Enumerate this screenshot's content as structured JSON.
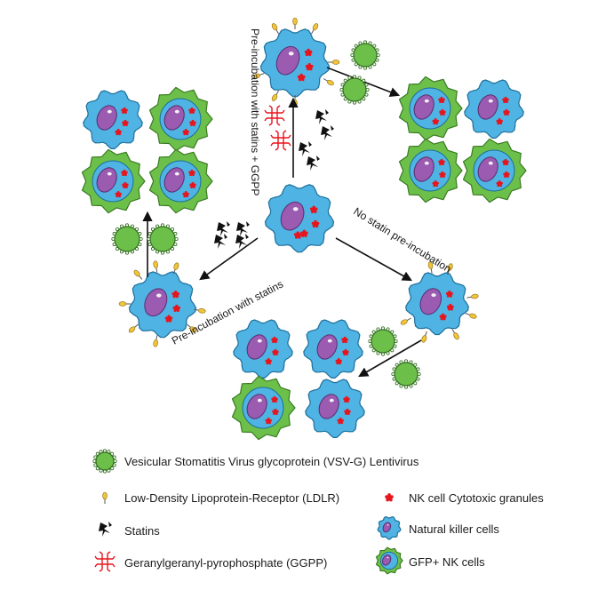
{
  "diagram": {
    "path_labels": {
      "ggpp": "Pre-incubation with statins + GGPP",
      "statins": "Pre-incubation with statins",
      "no_statin": "No statin pre-incubation"
    }
  },
  "legend": {
    "items": [
      {
        "icon": "lentivirus-icon",
        "label": "Vesicular Stomatitis Virus glycoprotein (VSV-G) Lentivirus"
      },
      {
        "icon": "ldlr-icon",
        "label": "Low-Density Lipoprotein-Receptor (LDLR)"
      },
      {
        "icon": "statin-icon",
        "label": "Statins"
      },
      {
        "icon": "ggpp-icon",
        "label": "Geranylgeranyl-pyrophosphate (GGPP)"
      },
      {
        "icon": "granules-icon",
        "label": "NK cell Cytotoxic granules"
      },
      {
        "icon": "nk-cell-icon",
        "label": "Natural killer cells"
      },
      {
        "icon": "gfp-nk-cell-icon",
        "label": "GFP+ NK cells"
      }
    ]
  },
  "colors": {
    "nk_body": "#4fb3e3",
    "nk_outline": "#1d6f9a",
    "gfp_body": "#6cc04a",
    "gfp_outline": "#3a7a22",
    "nucleus": "#9a5bb0",
    "granule": "#e8141c",
    "ldlr": "#f2c43a",
    "statin": "#111111",
    "ggpp": "#e8141c",
    "virus": "#6cc04a"
  }
}
